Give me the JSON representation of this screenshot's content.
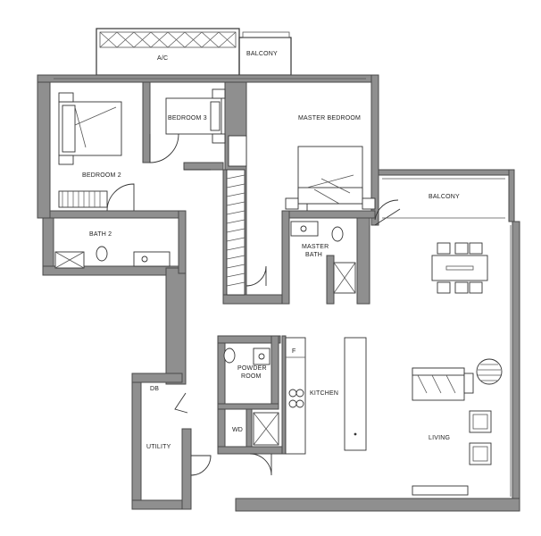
{
  "plan": {
    "rooms": {
      "ac": "A/C",
      "balcony_top": "BALCONY",
      "bedroom3": "BEDROOM 3",
      "master_bedroom": "MASTER BEDROOM",
      "bedroom2": "BEDROOM 2",
      "balcony_right": "BALCONY",
      "bath2": "BATH 2",
      "master_bath_1": "MASTER",
      "master_bath_2": "BATH",
      "db": "DB",
      "utility": "UTILITY",
      "powder_room_1": "POWDER",
      "powder_room_2": "ROOM",
      "f": "F",
      "kitchen": "KITCHEN",
      "wd": "WD",
      "living": "LIVING"
    }
  }
}
